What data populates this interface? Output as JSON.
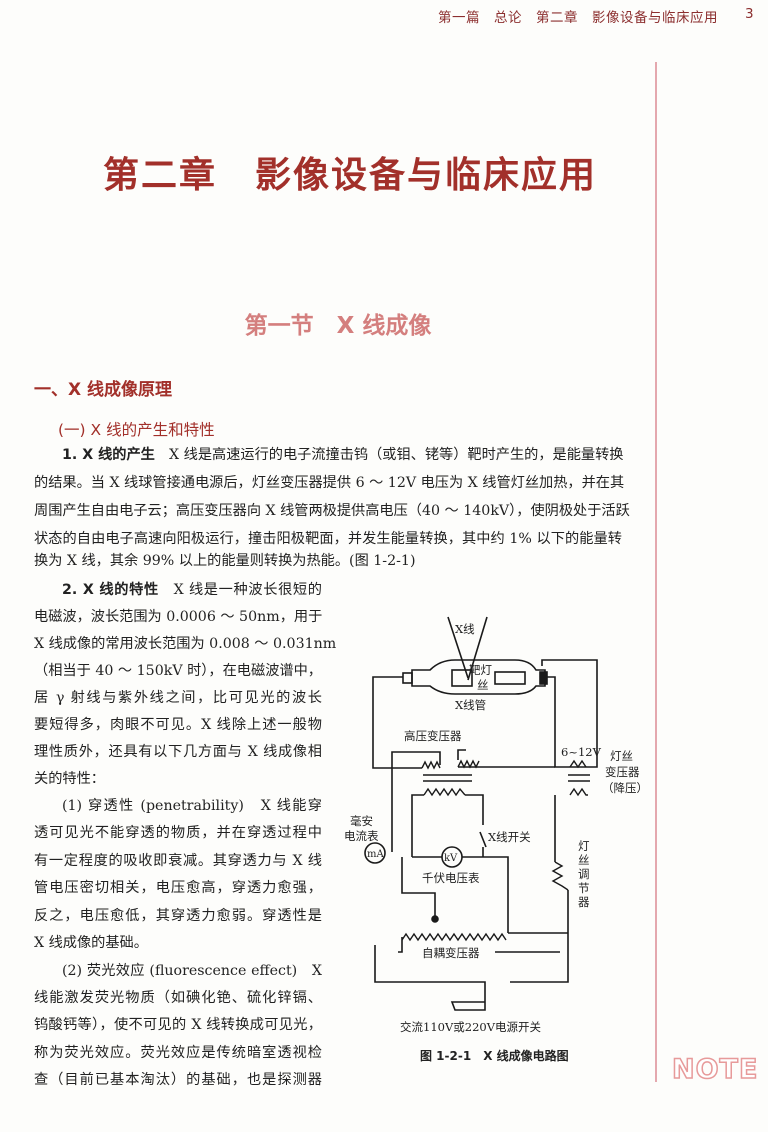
{
  "header": {
    "running_head": "第一篇　总论　第二章　影像设备与临床应用",
    "page_number": "3"
  },
  "chapter_title": "第二章　影像设备与临床应用",
  "section_title": "第一节　X 线成像",
  "heading1": "一、X 线成像原理",
  "heading2": "(一) X 线的产生和特性",
  "para1": {
    "lead": "1. X 线的产生",
    "lines": [
      "　X 线是高速运行的电子流撞击钨（或钼、铑等）靶时产生的，是能量转换",
      "的结果。当 X 线球管接通电源后，灯丝变压器提供 6 ～ 12V 电压为 X 线管灯丝加热，并在其",
      "周围产生自由电子云；高压变压器向 X 线管两极提供高电压（40 ～ 140kV），使阴极处于活跃",
      "状态的自由电子高速向阳极运行，撞击阳极靶面，并发生能量转换，其中约 1% 以下的能量转",
      "换为 X 线，其余 99% 以上的能量则转换为热能。(图 1-2-1)"
    ]
  },
  "para2": {
    "lead": "2. X 线的特性",
    "lines": [
      "　X 线是一种波长很短的",
      "电磁波，波长范围为 0.0006 ～ 50nm，用于",
      "X 线成像的常用波长范围为 0.008 ～ 0.031nm",
      "（相当于 40 ～ 150kV 时），在电磁波谱中，",
      "居 γ 射线与紫外线之间，比可见光的波长",
      "要短得多，肉眼不可见。X 线除上述一般物",
      "理性质外，还具有以下几方面与 X 线成像相",
      "关的特性："
    ]
  },
  "para3": {
    "lines": [
      "(1) 穿透性 (penetrability)　X 线能穿",
      "透可见光不能穿透的物质，并在穿透过程中",
      "有一定程度的吸收即衰减。其穿透力与 X 线",
      "管电压密切相关，电压愈高，穿透力愈强，",
      "反之，电压愈低，其穿透力愈弱。穿透性是",
      "X 线成像的基础。"
    ]
  },
  "para4": {
    "lines": [
      "(2) 荧光效应 (fluorescence effect)　X",
      "线能激发荧光物质（如碘化铯、硫化锌镉、",
      "钨酸钙等），使不可见的 X 线转换成可见光，",
      "称为荧光效应。荧光效应是传统暗室透视检",
      "查（目前已基本淘汰）的基础，也是探测器"
    ]
  },
  "figure": {
    "labels": {
      "xray": "X线",
      "target": "靶灯",
      "filament": "丝",
      "tube": "X线管",
      "hv_transformer": "高压变压器",
      "voltage": "6~12V",
      "fil_transformer_1": "灯丝",
      "fil_transformer_2": "变压器",
      "fil_transformer_3": "（降压）",
      "ma_1": "毫安",
      "ma_2": "电流表",
      "ma_symbol": "mA",
      "kv_symbol": "kV",
      "switch": "X线开关",
      "kv_meter": "千伏电压表",
      "regulator": [
        "灯",
        "丝",
        "调",
        "节",
        "器"
      ],
      "autotransformer": "自耦变压器",
      "power_switch": "交流110V或220V电源开关"
    },
    "caption": "图 1-2-1　X 线成像电路图"
  },
  "watermark": "NOTE",
  "colors": {
    "accent": "#a2302a",
    "section": "#d47f7e",
    "rule": "#e4a8ae"
  }
}
